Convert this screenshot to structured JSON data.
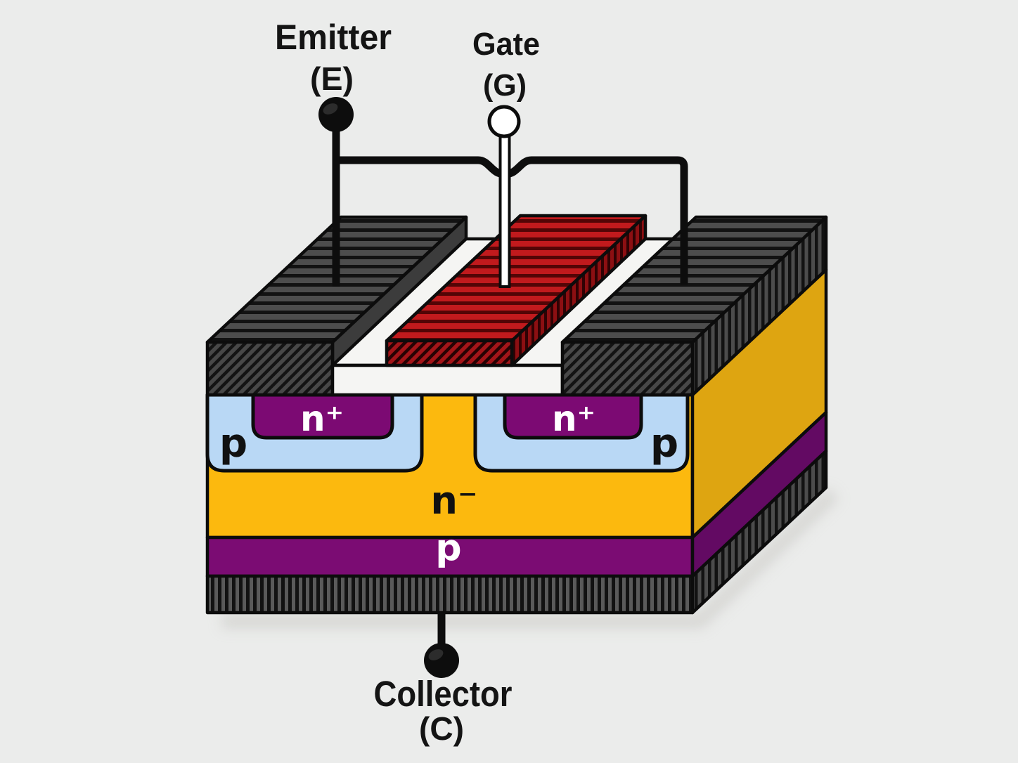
{
  "diagram": {
    "subject": "IGBT 3D structure cross-section",
    "terminals": {
      "emitter": {
        "name": "Emitter",
        "symbol": "(E)"
      },
      "gate": {
        "name": "Gate",
        "symbol": "(G)"
      },
      "collector": {
        "name": "Collector",
        "symbol": "(C)"
      }
    },
    "regions": {
      "n_plus_left": {
        "label": "n⁺"
      },
      "n_plus_right": {
        "label": "n⁺"
      },
      "p_well_left": {
        "label": "p"
      },
      "p_well_right": {
        "label": "p"
      },
      "n_drift": {
        "label": "n⁻"
      },
      "p_substrate": {
        "label": "p"
      }
    },
    "colors": {
      "background": "#ebeceb",
      "outline": "#0c0c0c",
      "wire": "#0d0d0d",
      "terminal_black": "#0d0d0d",
      "terminal_white": "#ffffff",
      "oxide": "#f5f5f3",
      "p_well": "#b9d8f5",
      "n_plus": "#7c0a73",
      "n_drift": "#fcb90e",
      "n_drift_side": "#dea511",
      "p_layer": "#7b0c73",
      "p_layer_side": "#630a63",
      "metal_top": "#4d4d4d",
      "metal_front": "#484848",
      "metal_side": "#3c3c3c",
      "collector_metal": "#5a5a5a",
      "gate_top": "#c11a1d",
      "gate_front": "#a31519",
      "gate_side": "#8c0f12"
    }
  }
}
